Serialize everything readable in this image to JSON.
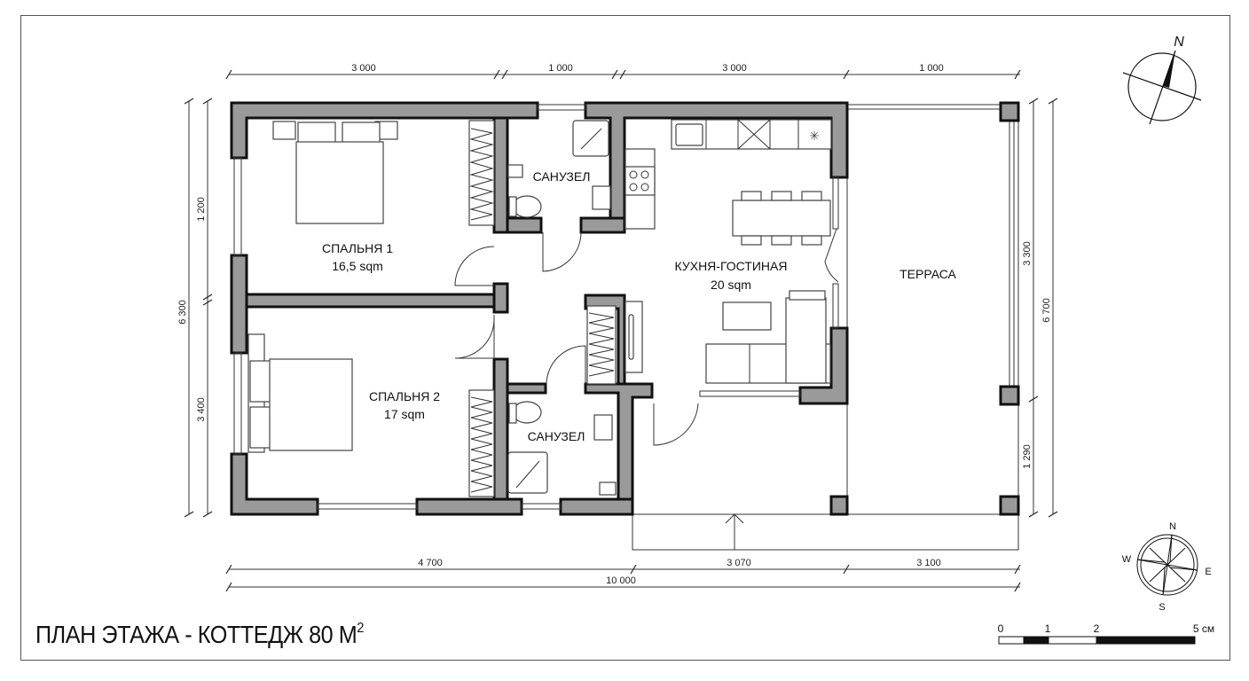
{
  "title": {
    "text": "ПЛАН ЭТАЖА - КОТТЕДЖ 80 М",
    "superscript": "2"
  },
  "rooms": [
    {
      "id": "bedroom1",
      "name": "СПАЛЬНЯ 1",
      "area": "16,5 sqm"
    },
    {
      "id": "bedroom2",
      "name": "СПАЛЬНЯ 2",
      "area": "17 sqm"
    },
    {
      "id": "bath1",
      "name": "САНУЗЕЛ",
      "area": ""
    },
    {
      "id": "bath2",
      "name": "САНУЗЕЛ",
      "area": ""
    },
    {
      "id": "kitchen_living",
      "name": "КУХНЯ-ГОСТИНАЯ",
      "area": "20 sqm"
    },
    {
      "id": "terrace",
      "name": "ТЕРРАСА",
      "area": ""
    }
  ],
  "dimensions": {
    "top": [
      "3 000",
      "1 000",
      "3 000",
      "1 000"
    ],
    "left_outer": "6 300",
    "left_inner": [
      "1 200",
      "3 400"
    ],
    "right_inner": [
      "3 300",
      "1 290"
    ],
    "right_outer": "6 700",
    "bottom_segments": [
      "4 700",
      "3 070",
      "3 100"
    ],
    "bottom_total": "10 000"
  },
  "north_arrow": {
    "label": "N"
  },
  "compass_rose": {
    "n": "N",
    "s": "S",
    "e": "E",
    "w": "W"
  },
  "scale_bar": {
    "labels": [
      "0",
      "1",
      "2",
      "5 см"
    ]
  },
  "colors": {
    "wall_fill": "#9a9a9a",
    "wall_stroke": "#111111",
    "background": "#ffffff"
  }
}
